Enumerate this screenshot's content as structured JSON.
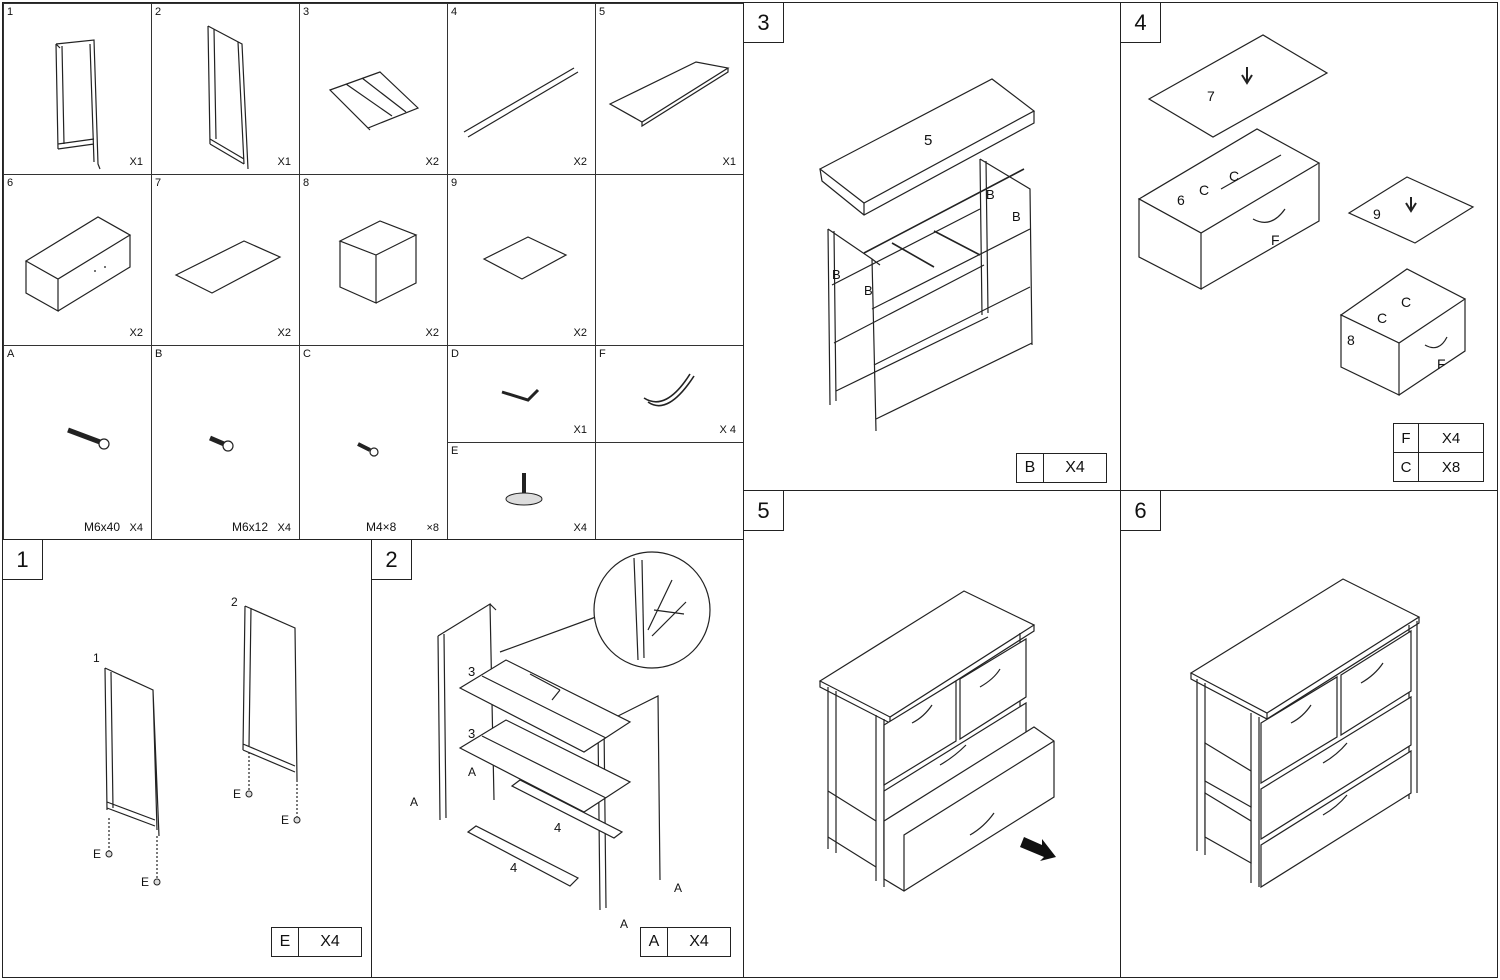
{
  "parts": [
    {
      "label": "1",
      "qty": "X1"
    },
    {
      "label": "2",
      "qty": "X1"
    },
    {
      "label": "3",
      "qty": "X2"
    },
    {
      "label": "4",
      "qty": "X2"
    },
    {
      "label": "5",
      "qty": "X1"
    },
    {
      "label": "6",
      "qty": "X2"
    },
    {
      "label": "7",
      "qty": "X2"
    },
    {
      "label": "8",
      "qty": "X2"
    },
    {
      "label": "9",
      "qty": "X2"
    },
    {
      "label": "A",
      "code": "M6x40",
      "qty": "X4"
    },
    {
      "label": "B",
      "code": "M6x12",
      "qty": "X4"
    },
    {
      "label": "C",
      "code": "M4×8",
      "qty": "×8"
    },
    {
      "label": "D",
      "qty": "X1"
    },
    {
      "label": "F",
      "qty": "X 4"
    },
    {
      "label": "E",
      "qty": "X4"
    }
  ],
  "steps": {
    "step1": {
      "num": "1",
      "frame1": "1",
      "frame2": "2",
      "foot": "E",
      "qty_letter": "E",
      "qty": "X4"
    },
    "step2": {
      "num": "2",
      "shelf": "3",
      "bar": "4",
      "bolt": "A",
      "qty_letter": "A",
      "qty": "X4"
    },
    "step3": {
      "num": "3",
      "top": "5",
      "bolt": "B",
      "qty_letter": "B",
      "qty": "X4"
    },
    "step4": {
      "num": "4",
      "lid_large": "7",
      "box_large": "6",
      "lid_small": "9",
      "box_small": "8",
      "screw": "C",
      "handle": "F",
      "qty_rows": [
        {
          "letter": "F",
          "qty": "X4"
        },
        {
          "letter": "C",
          "qty": "X8"
        }
      ]
    },
    "step5": {
      "num": "5"
    },
    "step6": {
      "num": "6"
    }
  }
}
